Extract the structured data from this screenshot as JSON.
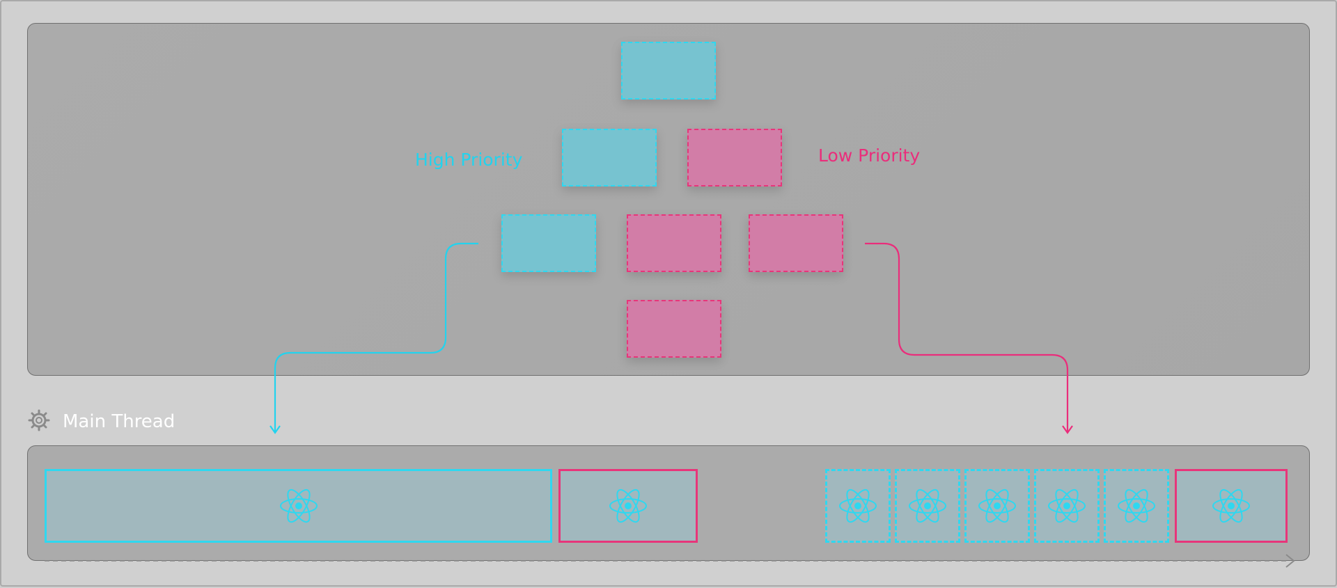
{
  "diagram": {
    "labels": {
      "high_priority": "High Priority",
      "low_priority": "Low Priority"
    },
    "thread": {
      "title": "Main Thread"
    },
    "icons": {
      "thread": "gear-icon",
      "task": "react-icon"
    },
    "colors": {
      "high_priority": "#22d3ee",
      "low_priority": "#ea2d7b",
      "panel": "#ababab",
      "background": "#d0d0d0"
    },
    "tree": {
      "nodes": [
        {
          "id": "root",
          "priority": "high"
        },
        {
          "id": "level1-left",
          "priority": "high"
        },
        {
          "id": "level1-right",
          "priority": "low"
        },
        {
          "id": "level2-left",
          "priority": "high"
        },
        {
          "id": "level2-middle",
          "priority": "low"
        },
        {
          "id": "level2-right",
          "priority": "low"
        },
        {
          "id": "level3",
          "priority": "low"
        }
      ]
    },
    "tasks": [
      {
        "priority": "high",
        "style": "solid"
      },
      {
        "priority": "low",
        "style": "solid"
      },
      {
        "priority": "high",
        "style": "dashed"
      },
      {
        "priority": "high",
        "style": "dashed"
      },
      {
        "priority": "high",
        "style": "dashed"
      },
      {
        "priority": "high",
        "style": "dashed"
      },
      {
        "priority": "high",
        "style": "dashed"
      },
      {
        "priority": "low",
        "style": "solid"
      }
    ]
  }
}
